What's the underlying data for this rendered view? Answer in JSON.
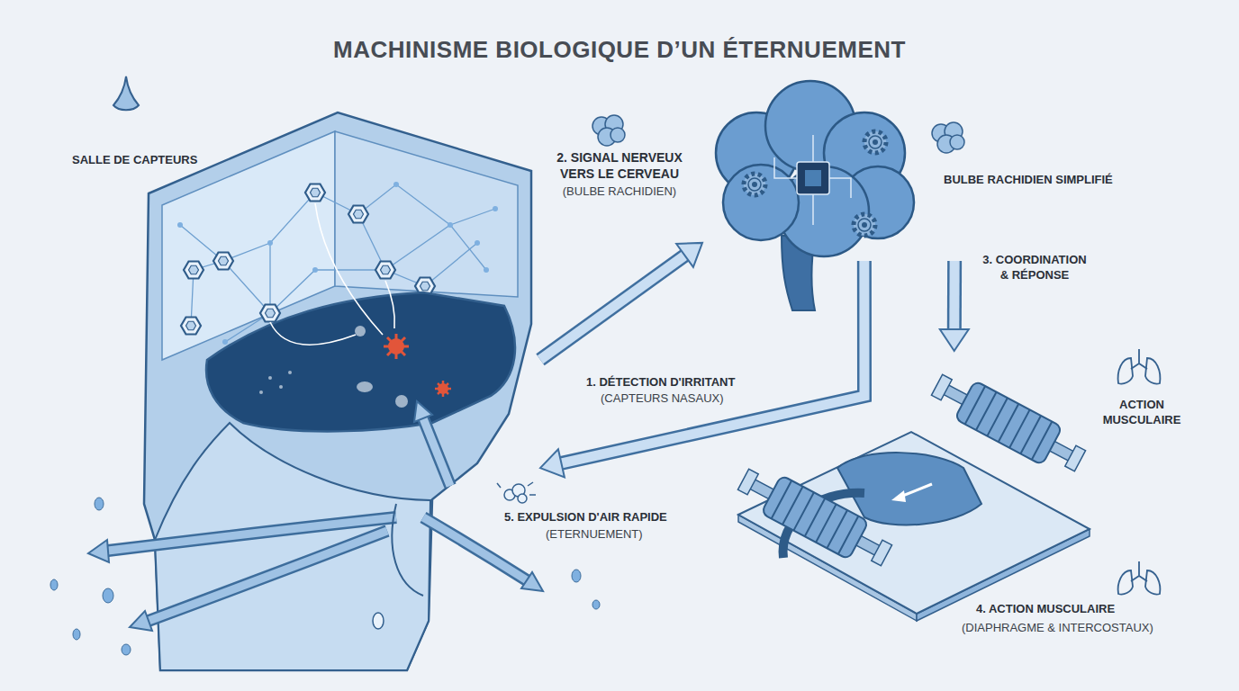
{
  "diagram": {
    "title": "MACHINISME BIOLOGIQUE D’UN ÉTERNUEMENT",
    "nodes": [
      {
        "text": [
          "SALLE DE CAPTEURS"
        ]
      },
      {
        "text": [
          "BULBE RACHIDIEN SIMPLIFIÉ"
        ]
      },
      {
        "text": [
          "ACTION MUSCULAIRE"
        ]
      }
    ],
    "edges": [
      {
        "from": 0,
        "to": 1,
        "arrow": "to"
      },
      {
        "from": 1,
        "to": 2,
        "arrow": "to"
      },
      {
        "from": 1,
        "to": 0,
        "arrow": "to"
      }
    ],
    "labels": [
      "2. SIGNAL NERVEUX VERS LE CERVEAU",
      "(BULBE RACHIDIEN)",
      "3. COORDINATION & RÉPONSE",
      "1. DÉTECTION D'IRRITANT",
      "(CAPTEURS NASAUX)",
      "5. EXPULSION D'AIR RAPIDE",
      "(ETERNUEMENT)",
      "4. ACTION MUSCULAIRE",
      "(DIAPHRAGME & INTERCOSTAUX)"
    ]
  }
}
